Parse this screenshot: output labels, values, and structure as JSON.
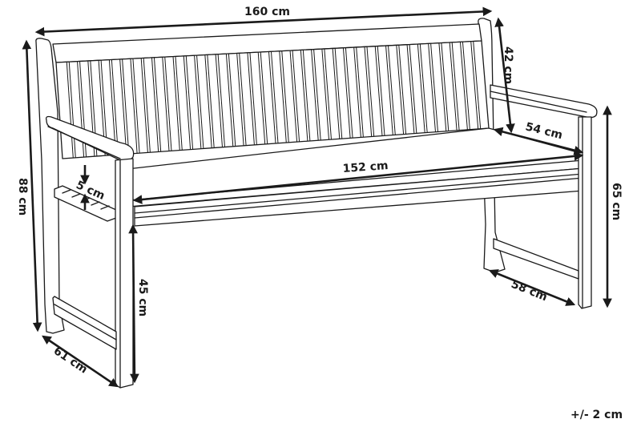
{
  "diagram": {
    "subject": "Wooden garden bench with armrests",
    "dimensions": {
      "overall_width": "160 cm",
      "overall_height": "88 cm",
      "backrest_height": "42 cm",
      "seat_depth": "54 cm",
      "seat_width": "152 cm",
      "cushion_thickness": "5 cm",
      "armrest_height": "65 cm",
      "seat_height": "45 cm",
      "overall_depth": "61 cm",
      "leg_depth": "58 cm"
    },
    "tolerance": "+/- 2 cm",
    "colors": {
      "line": "#1a1a1a",
      "background": "#ffffff"
    }
  }
}
